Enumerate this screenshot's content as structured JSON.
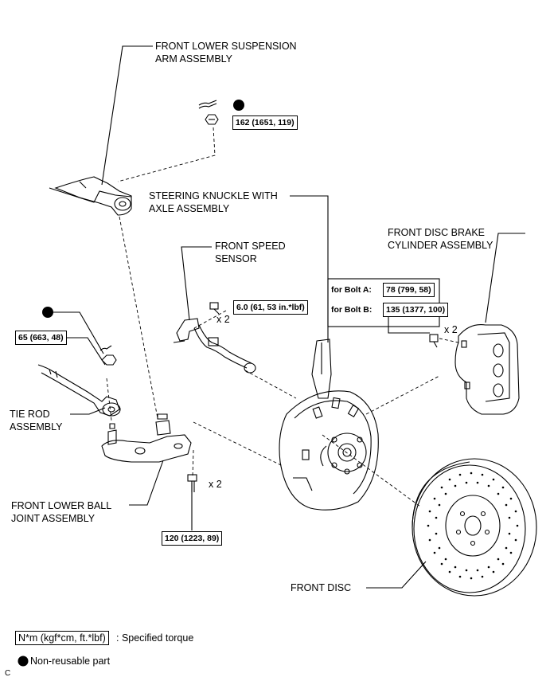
{
  "labels": {
    "lower_arm": "FRONT LOWER SUSPENSION\nARM ASSEMBLY",
    "knuckle": "STEERING KNUCKLE WITH\nAXLE ASSEMBLY",
    "speed_sensor": "FRONT SPEED\nSENSOR",
    "caliper": "FRONT DISC BRAKE\nCYLINDER ASSEMBLY",
    "tie_rod": "TIE ROD\nASSEMBLY",
    "ball_joint": "FRONT LOWER BALL\nJOINT ASSEMBLY",
    "front_disc": "FRONT DISC"
  },
  "torques": {
    "arm_nut": "162 (1651, 119)",
    "sensor_bolt": "6.0 (61, 53 in.*lbf)",
    "tie_rod_nut": "65 (663, 48)",
    "ball_joint_bolt": "120 (1223, 89)",
    "bolt_a_label": "for Bolt A:",
    "bolt_a_value": "78 (799, 58)",
    "bolt_b_label": "for Bolt B:",
    "bolt_b_value": "135 (1377, 100)"
  },
  "quantities": {
    "sensor_bolt": "x 2",
    "caliper_bolt": "x 2",
    "ball_joint_bolt": "x 2"
  },
  "legend": {
    "torque_unit": "N*m (kgf*cm, ft.*lbf)",
    "torque_desc": ": Specified torque",
    "non_reusable": "Non-reusable part"
  },
  "corner_mark": "C"
}
